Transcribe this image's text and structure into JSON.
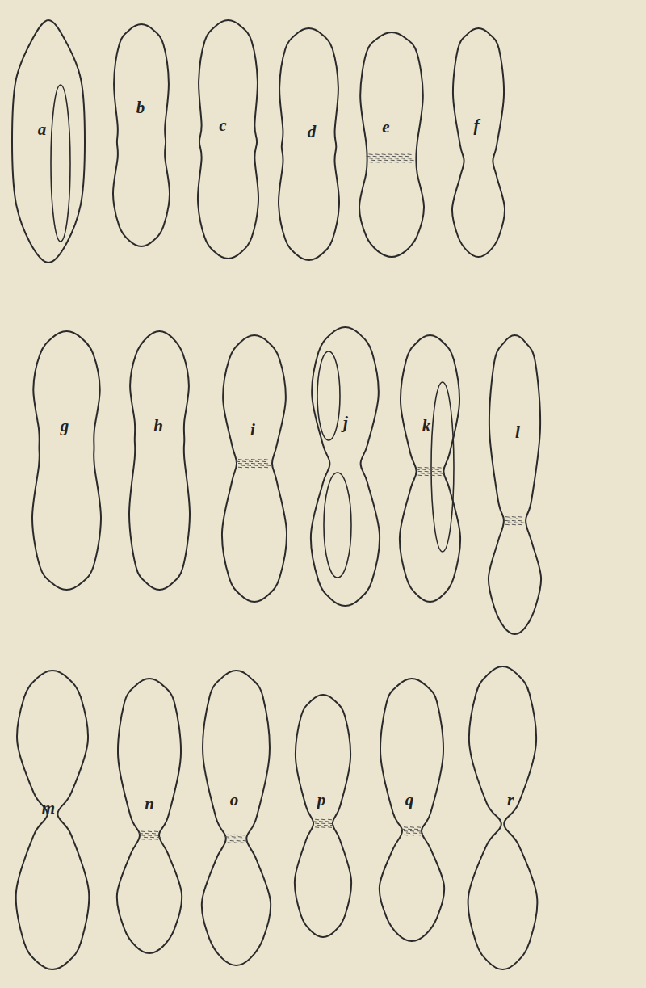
{
  "diagram": {
    "nodes": [
      {
        "text": [
          "a"
        ]
      },
      {
        "text": [
          "b"
        ]
      },
      {
        "text": [
          "c"
        ]
      },
      {
        "text": [
          "d"
        ]
      },
      {
        "text": [
          "e"
        ]
      },
      {
        "text": [
          "f"
        ]
      },
      {
        "text": [
          "g"
        ]
      },
      {
        "text": [
          "h"
        ]
      },
      {
        "text": [
          "i"
        ]
      },
      {
        "text": [
          "j"
        ]
      },
      {
        "text": [
          "k"
        ]
      },
      {
        "text": [
          "l"
        ]
      },
      {
        "text": [
          "m"
        ]
      },
      {
        "text": [
          "n"
        ]
      },
      {
        "text": [
          "o"
        ]
      },
      {
        "text": [
          "p"
        ]
      },
      {
        "text": [
          "q"
        ]
      },
      {
        "text": [
          "r"
        ]
      }
    ]
  }
}
